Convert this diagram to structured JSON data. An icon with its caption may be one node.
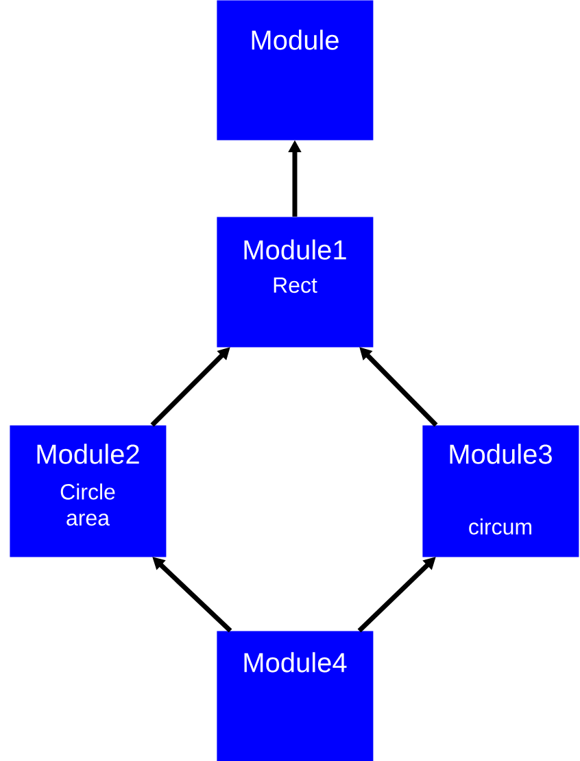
{
  "diagram": {
    "nodes": [
      {
        "text": [
          "Module"
        ]
      },
      {
        "text": [
          "Module1",
          "Rect"
        ]
      },
      {
        "text": [
          "Module2",
          "Circle area"
        ]
      },
      {
        "text": [
          "Module3",
          "circum"
        ]
      },
      {
        "text": [
          "Module4"
        ]
      }
    ],
    "edges": [
      {
        "from": 1,
        "to": 0,
        "arrow": "to"
      },
      {
        "from": 2,
        "to": 1,
        "arrow": "to"
      },
      {
        "from": 3,
        "to": 1,
        "arrow": "to"
      },
      {
        "from": 4,
        "to": 2,
        "arrow": "to"
      },
      {
        "from": 4,
        "to": 3,
        "arrow": "to"
      }
    ]
  }
}
